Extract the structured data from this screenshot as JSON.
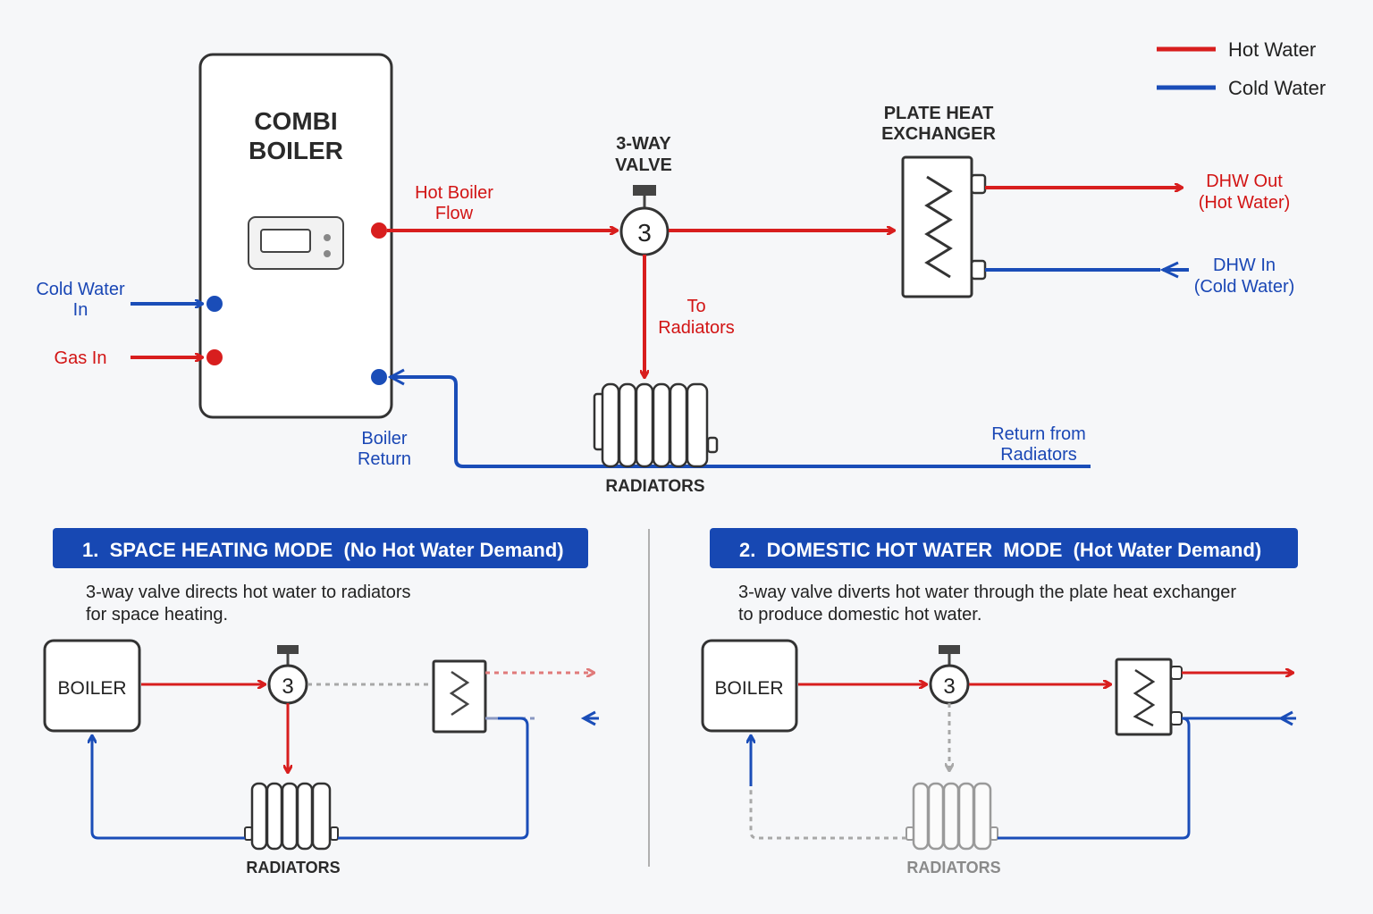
{
  "legend": {
    "hot_label": "Hot Water",
    "cold_label": "Cold Water",
    "hot_color": "#d81e1e",
    "cold_color": "#1a4db8"
  },
  "main": {
    "boiler_title_line1": "COMBI",
    "boiler_title_line2": "BOILER",
    "cold_water_in_line1": "Cold Water",
    "cold_water_in_line2": "In",
    "gas_in": "Gas In",
    "hot_boiler_flow_line1": "Hot Boiler",
    "hot_boiler_flow_line2": "Flow",
    "valve_title_line1": "3-WAY",
    "valve_title_line2": "VALVE",
    "valve_number": "3",
    "to_radiators_line1": "To",
    "to_radiators_line2": "Radiators",
    "phe_title_line1": "PLATE HEAT",
    "phe_title_line2": "EXCHANGER",
    "dhw_out_line1": "DHW Out",
    "dhw_out_line2": "(Hot Water)",
    "dhw_in_line1": "DHW In",
    "dhw_in_line2": "(Cold Water)",
    "boiler_return_line1": "Boiler",
    "boiler_return_line2": "Return",
    "radiators_label": "RADIATORS",
    "return_from_line1": "Return from",
    "return_from_line2": "Radiators"
  },
  "mode1": {
    "header": "1.  SPACE HEATING MODE  (No Hot Water Demand)",
    "desc_line1": "3-way valve directs hot water to radiators",
    "desc_line2": "for space heating.",
    "boiler_label": "BOILER",
    "valve_number": "3",
    "radiators_label": "RADIATORS"
  },
  "mode2": {
    "header": "2.  DOMESTIC HOT WATER  MODE  (Hot Water Demand)",
    "desc_line1": "3-way valve diverts hot water through the plate heat exchanger",
    "desc_line2": "to produce domestic hot water.",
    "boiler_label": "BOILER",
    "valve_number": "3",
    "radiators_label": "RADIATORS"
  }
}
